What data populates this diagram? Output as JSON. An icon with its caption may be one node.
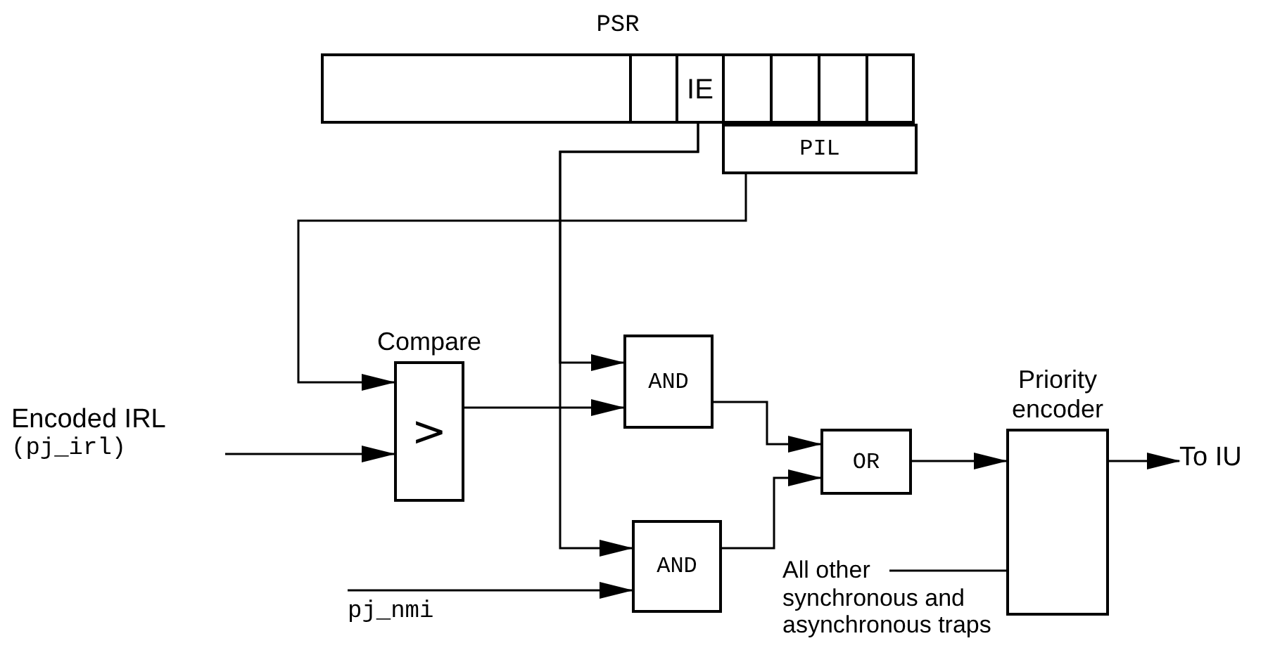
{
  "diagram": {
    "nodes": [
      {
        "text": [
          "PSR"
        ]
      },
      {
        "text": [
          "IE"
        ],
        "in": 0
      },
      {
        "text": [
          "PIL"
        ]
      },
      {
        "text": [
          "Compare",
          ">"
        ]
      },
      {
        "text": [
          "AND"
        ]
      },
      {
        "text": [
          "AND"
        ]
      },
      {
        "text": [
          "OR"
        ]
      },
      {
        "text": [
          "Priority encoder"
        ]
      },
      {
        "text": [
          "Encoded IRL",
          "(pj_irl)"
        ]
      },
      {
        "text": [
          "pj_nmi"
        ]
      },
      {
        "text": [
          "All other synchronous and asynchronous traps"
        ]
      },
      {
        "text": [
          "To IU"
        ]
      }
    ],
    "edges": [
      {
        "from": 1,
        "to": 4,
        "arrow": "to"
      },
      {
        "from": 1,
        "to": 5,
        "arrow": "to"
      },
      {
        "from": 2,
        "to": 3,
        "arrow": "to"
      },
      {
        "from": 8,
        "to": 3,
        "arrow": "to"
      },
      {
        "from": 3,
        "to": 4,
        "arrow": "to"
      },
      {
        "from": 9,
        "to": 5,
        "arrow": "to"
      },
      {
        "from": 4,
        "to": 6,
        "arrow": "to"
      },
      {
        "from": 5,
        "to": 6,
        "arrow": "to"
      },
      {
        "from": 6,
        "to": 7,
        "arrow": "to"
      },
      {
        "from": 10,
        "to": 7,
        "arrow": "none"
      },
      {
        "from": 7,
        "to": 11,
        "arrow": "to"
      }
    ]
  }
}
